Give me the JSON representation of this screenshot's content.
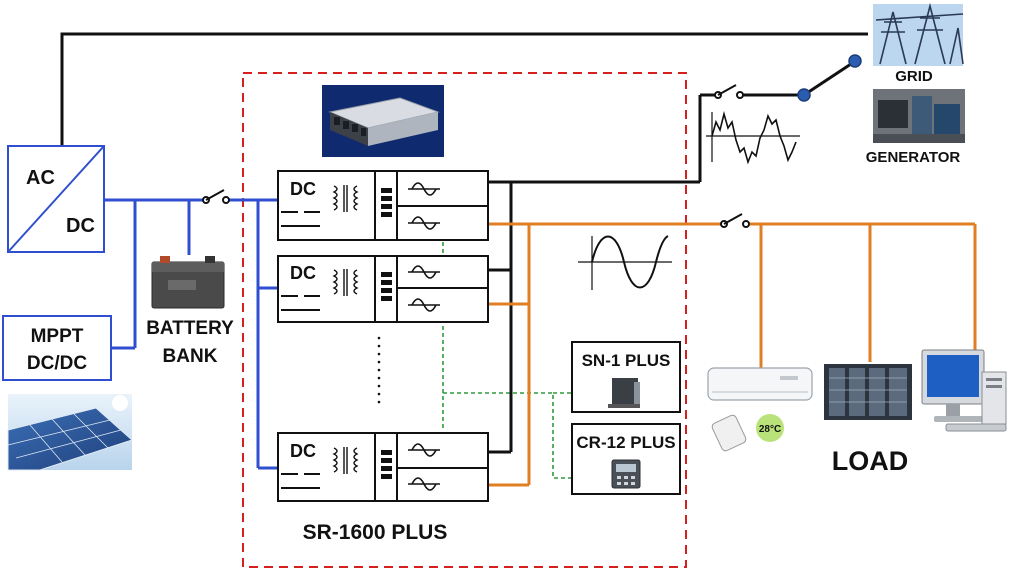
{
  "labels": {
    "ac": "AC",
    "dc": "DC",
    "mppt_line1": "MPPT",
    "mppt_line2": "DC/DC",
    "battery_line1": "BATTERY",
    "battery_line2": "BANK",
    "module_dc": "DC",
    "sn1": "SN-1 PLUS",
    "cr12": "CR-12 PLUS",
    "system": "SR-1600 PLUS",
    "grid": "GRID",
    "generator": "GENERATOR",
    "load": "LOAD",
    "temperature": "28°C"
  },
  "colors": {
    "dc_bus": "#2f4fd0",
    "ac_grid": "#111111",
    "ac_load": "#e07e22",
    "comm": "#2e9a3c",
    "system_border": "#d62020"
  },
  "icons": [
    "solar-panel-icon",
    "battery-icon",
    "rack-unit-icon",
    "transformer-icon",
    "sine-wave-icon",
    "transmission-tower-icon",
    "generator-icon",
    "air-conditioner-icon",
    "server-rack-icon",
    "computer-icon",
    "switch-icon"
  ]
}
